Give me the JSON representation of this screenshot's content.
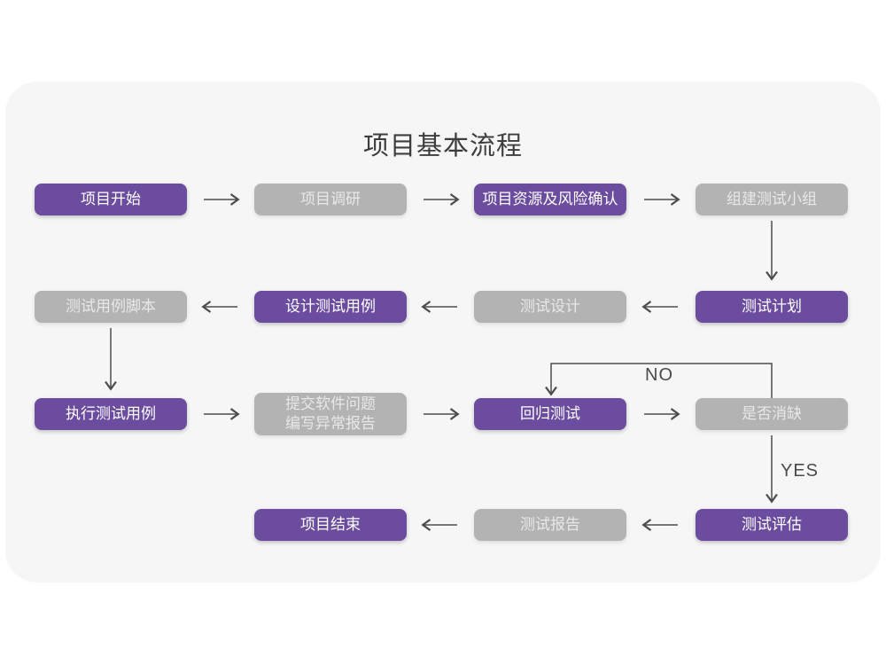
{
  "title": "项目基本流程",
  "decision_labels": {
    "no": "NO",
    "yes": "YES"
  },
  "colors": {
    "purple": "#6b4c9e",
    "gray": "#b3b3b3",
    "card_background": "#f6f6f6",
    "page_background": "#ffffff",
    "arrow": "#4d4d4d",
    "title_text": "#3d3d3d"
  },
  "nodes": [
    {
      "label": "项目开始",
      "variant": "purple"
    },
    {
      "label": "项目调研",
      "variant": "gray"
    },
    {
      "label": "项目资源及风险确认",
      "variant": "purple"
    },
    {
      "label": "组建测试小组",
      "variant": "gray"
    },
    {
      "label": "测试用例脚本",
      "variant": "gray"
    },
    {
      "label": "设计测试用例",
      "variant": "purple"
    },
    {
      "label": "测试设计",
      "variant": "gray"
    },
    {
      "label": "测试计划",
      "variant": "purple"
    },
    {
      "label": "执行测试用例",
      "variant": "purple"
    },
    {
      "label": "提交软件问题\n编写异常报告",
      "variant": "gray"
    },
    {
      "label": "回归测试",
      "variant": "purple"
    },
    {
      "label": "是否消缺",
      "variant": "gray"
    },
    {
      "label": "项目结束",
      "variant": "purple"
    },
    {
      "label": "测试报告",
      "variant": "gray"
    },
    {
      "label": "测试评估",
      "variant": "purple"
    }
  ]
}
